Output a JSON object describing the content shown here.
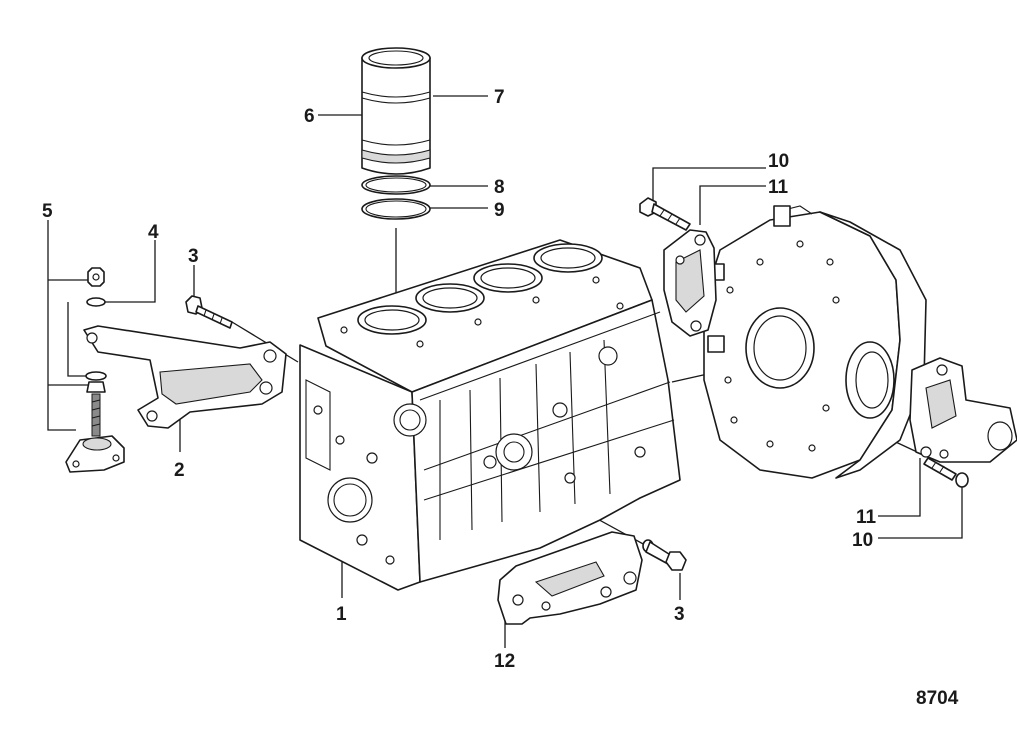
{
  "callouts": {
    "engine_block": "1",
    "left_bracket": "2",
    "bolt_left": "3",
    "bolt_right": "3",
    "washer": "4",
    "mount_assembly": "5",
    "cylinder_liner": "6",
    "liner_band": "7",
    "seal_ring_upper": "8",
    "seal_ring_lower": "9",
    "flywheel_bolt_top": "10",
    "flywheel_bolt_bottom": "10",
    "flywheel_bracket_top": "11",
    "flywheel_bracket_bottom": "11",
    "rear_bracket": "12"
  },
  "figure_number": "8704"
}
